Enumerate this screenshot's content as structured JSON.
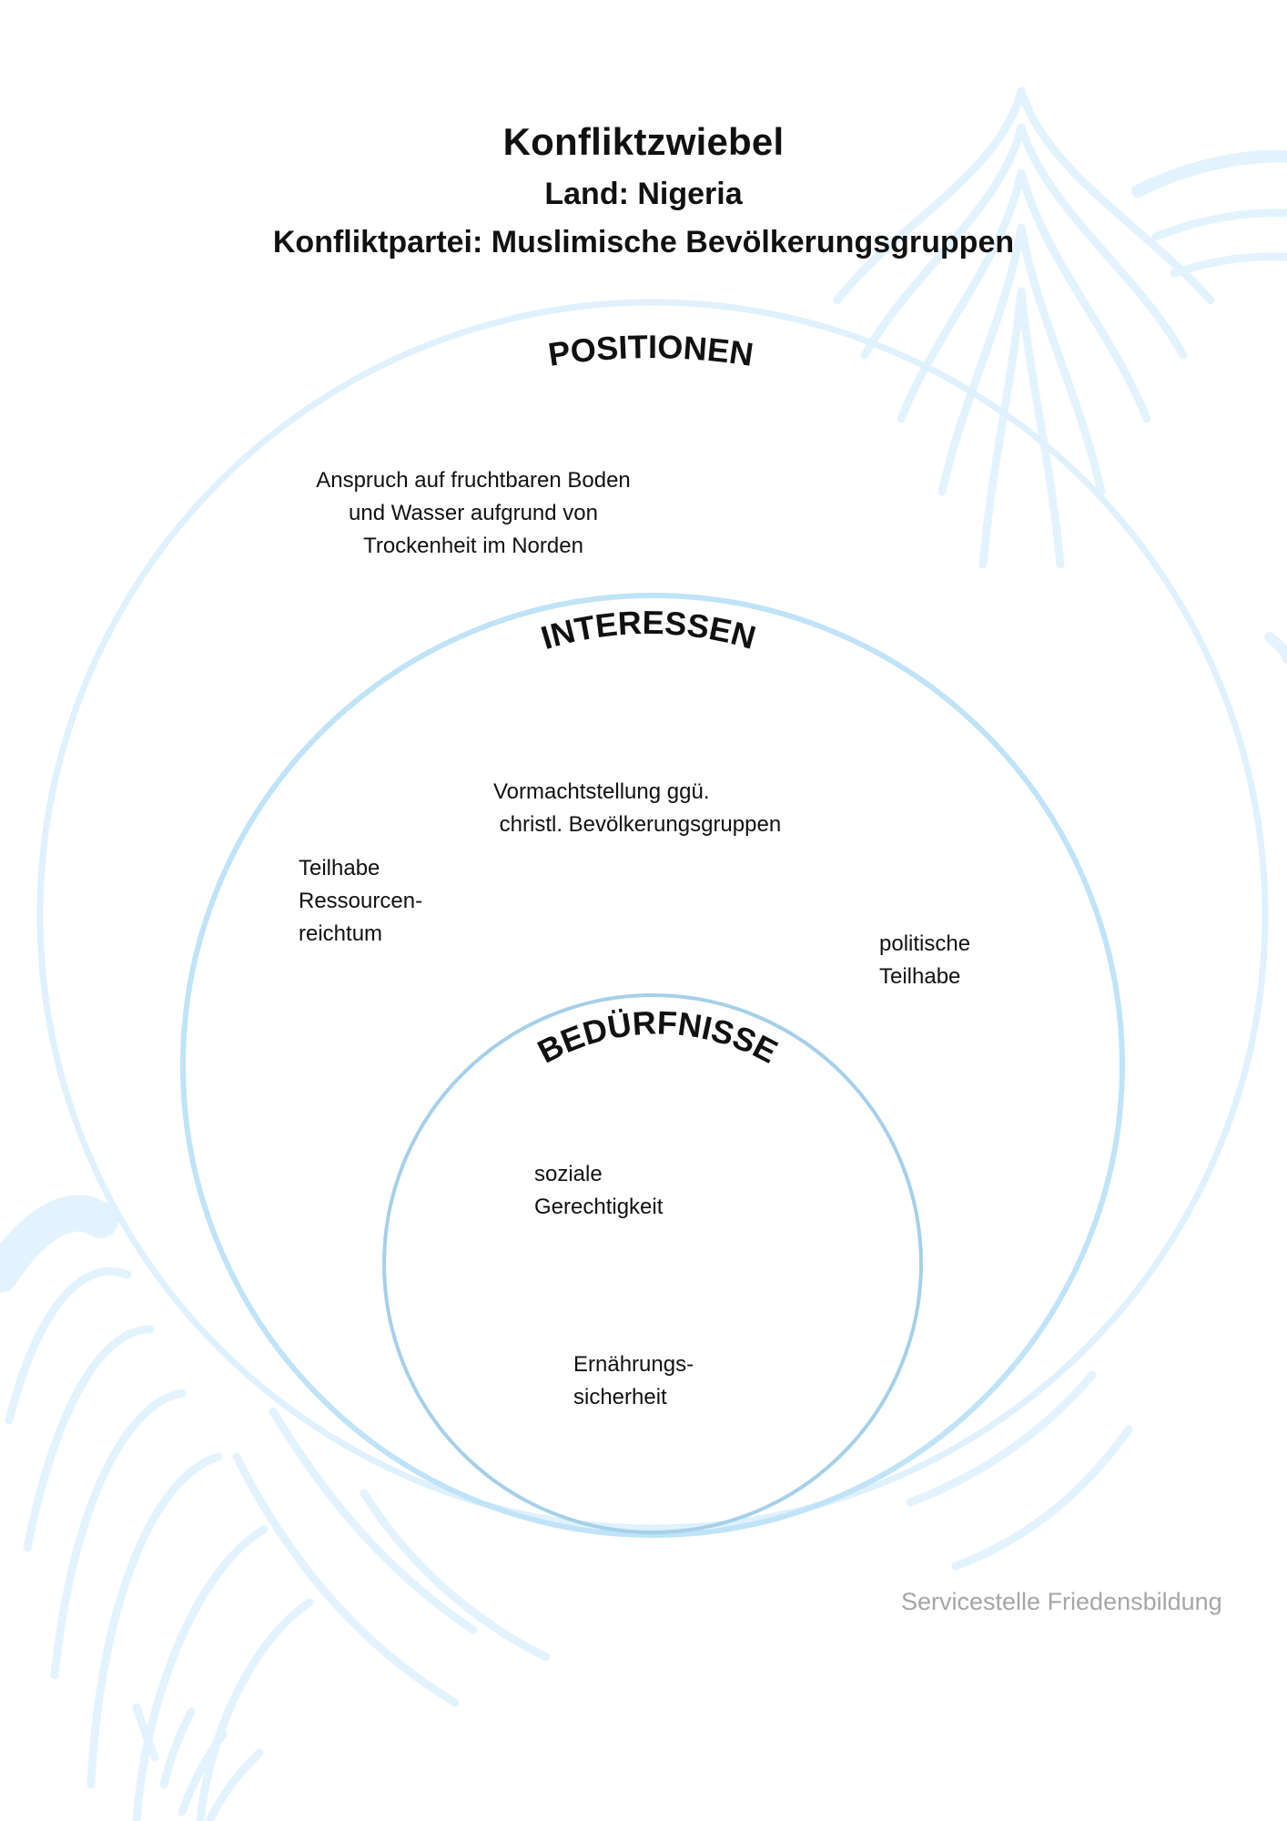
{
  "header": {
    "title": "Konfliktzwiebel",
    "land": "Land: Nigeria",
    "konfliktpartei": "Konfliktpartei: Muslimische Bevölkerungsgruppen"
  },
  "rings": {
    "positionen": {
      "label": "POSITIONEN",
      "items": [
        [
          "Anspruch auf fruchtbaren Boden",
          "und Wasser aufgrund von",
          "Trockenheit im Norden"
        ]
      ]
    },
    "interessen": {
      "label": "INTERESSEN",
      "items": [
        [
          "Vormachtstellung ggü.",
          " christl. Bevölkerungsgruppen"
        ],
        [
          "Teilhabe",
          "Ressourcen-",
          "reichtum"
        ],
        [
          "politische",
          "Teilhabe"
        ]
      ]
    },
    "beduerfnisse": {
      "label": "BEDÜRFNISSE",
      "items": [
        [
          "soziale",
          "Gerechtigkeit"
        ],
        [
          "Ernährungs-",
          "sicherheit"
        ]
      ]
    }
  },
  "footer": "Servicestelle Friedensbildung",
  "colors": {
    "outer_ring": "#dff1fc",
    "middle_ring": "#bfe3f7",
    "inner_ring": "#a5d0ea",
    "background_onion": "#e3f3fd",
    "text": "#111111",
    "footer_text": "#a6a6a6"
  }
}
